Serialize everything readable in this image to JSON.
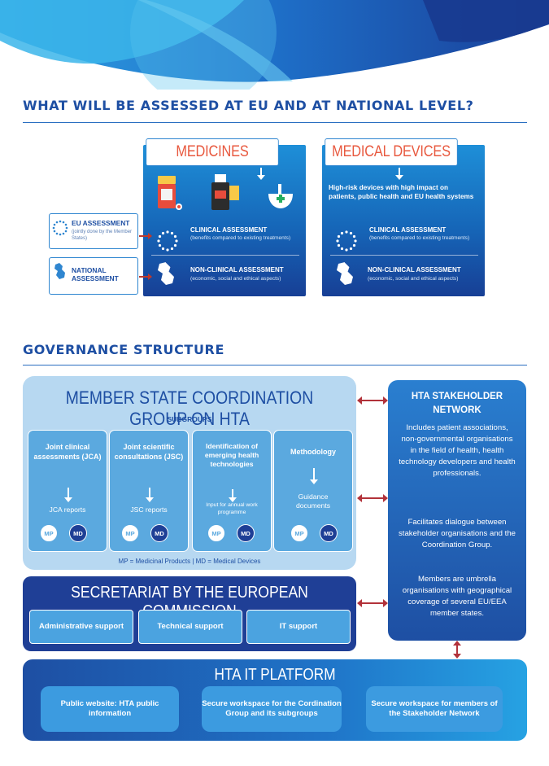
{
  "colors": {
    "primary_blue": "#1e4fa3",
    "light_blue": "#b7d8f1",
    "accent_red": "#e8593f",
    "arrow_red": "#b2323a"
  },
  "section1": {
    "title": "WHAT WILL BE ASSESSED AT EU AND AT NATIONAL LEVEL?",
    "medicines": {
      "title": "MEDICINES",
      "icons": [
        "pill-bottle-icon",
        "medicine-box-icon",
        "mortar-icon"
      ],
      "clinical_label": "CLINICAL ASSESSMENT",
      "clinical_sub": "(benefits compared to existing treatments)",
      "nonclinical_label": "NON-CLINICAL ASSESSMENT",
      "nonclinical_sub": "(economic, social and ethical aspects)"
    },
    "devices": {
      "title": "MEDICAL DEVICES",
      "description": "High-risk devices with high impact on patients, public health and EU health systems",
      "clinical_label": "CLINICAL ASSESSMENT",
      "clinical_sub": "(benefits compared to existing treatments)",
      "nonclinical_label": "NON-CLINICAL ASSESSMENT",
      "nonclinical_sub": "(economic, social and ethical aspects)"
    },
    "eu_assessment": {
      "title": "EU ASSESSMENT",
      "sub": "(jointly done by the Member States)"
    },
    "national_assessment": {
      "title": "NATIONAL ASSESSMENT"
    }
  },
  "section2": {
    "title": "GOVERNANCE STRUCTURE",
    "coordination_group": {
      "title": "MEMBER STATE COORDINATION GROUP ON HTA",
      "subgroups_label": "SUBGROUPS",
      "subgroups": [
        {
          "title": "Joint clinical assessments (JCA)",
          "output": "JCA reports"
        },
        {
          "title": "Joint scientific consultations (JSC)",
          "output": "JSC reports"
        },
        {
          "title": "Identification of emerging health technologies",
          "output": "Input for annual work programme"
        },
        {
          "title": "Methodology",
          "output": "Guidance documents"
        }
      ],
      "badge_mp": "MP",
      "badge_md": "MD",
      "legend": "MP = Medicinal Products | MD = Medical Devices"
    },
    "secretariat": {
      "title": "SECRETARIAT BY THE EUROPEAN COMMISSION",
      "items": [
        "Administrative support",
        "Technical support",
        "IT support"
      ]
    },
    "stakeholder_network": {
      "title": "HTA STAKEHOLDER NETWORK",
      "paragraphs": [
        "Includes patient associations, non-governmental organisations in the field of health, health technology developers and health professionals.",
        "Facilitates dialogue between stakeholder organisations and the Coordination Group.",
        "Members are umbrella organisations with geographical coverage of several EU/EEA member states."
      ]
    },
    "it_platform": {
      "title": "HTA IT PLATFORM",
      "items": [
        "Public website: HTA public information",
        "Secure workspace for the Cordination Group and its subgroups",
        "Secure workspace for members of the Stakeholder Network"
      ]
    }
  }
}
